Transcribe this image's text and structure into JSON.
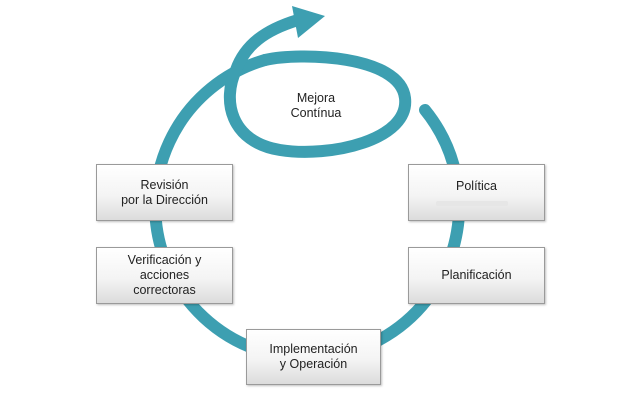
{
  "diagram": {
    "center_label": "Mejora\nContínua",
    "steps": {
      "politica": "Política",
      "planificacion": "Planificación",
      "implementacion": "Implementación\ny Operación",
      "verificacion": "Verificación y\nacciones\ncorrectoras",
      "revision": "Revisión\npor la Dirección"
    },
    "colors": {
      "cycle_arrow": "#3d9fb1",
      "box_border": "#9a9a9a",
      "text": "#222222"
    }
  }
}
